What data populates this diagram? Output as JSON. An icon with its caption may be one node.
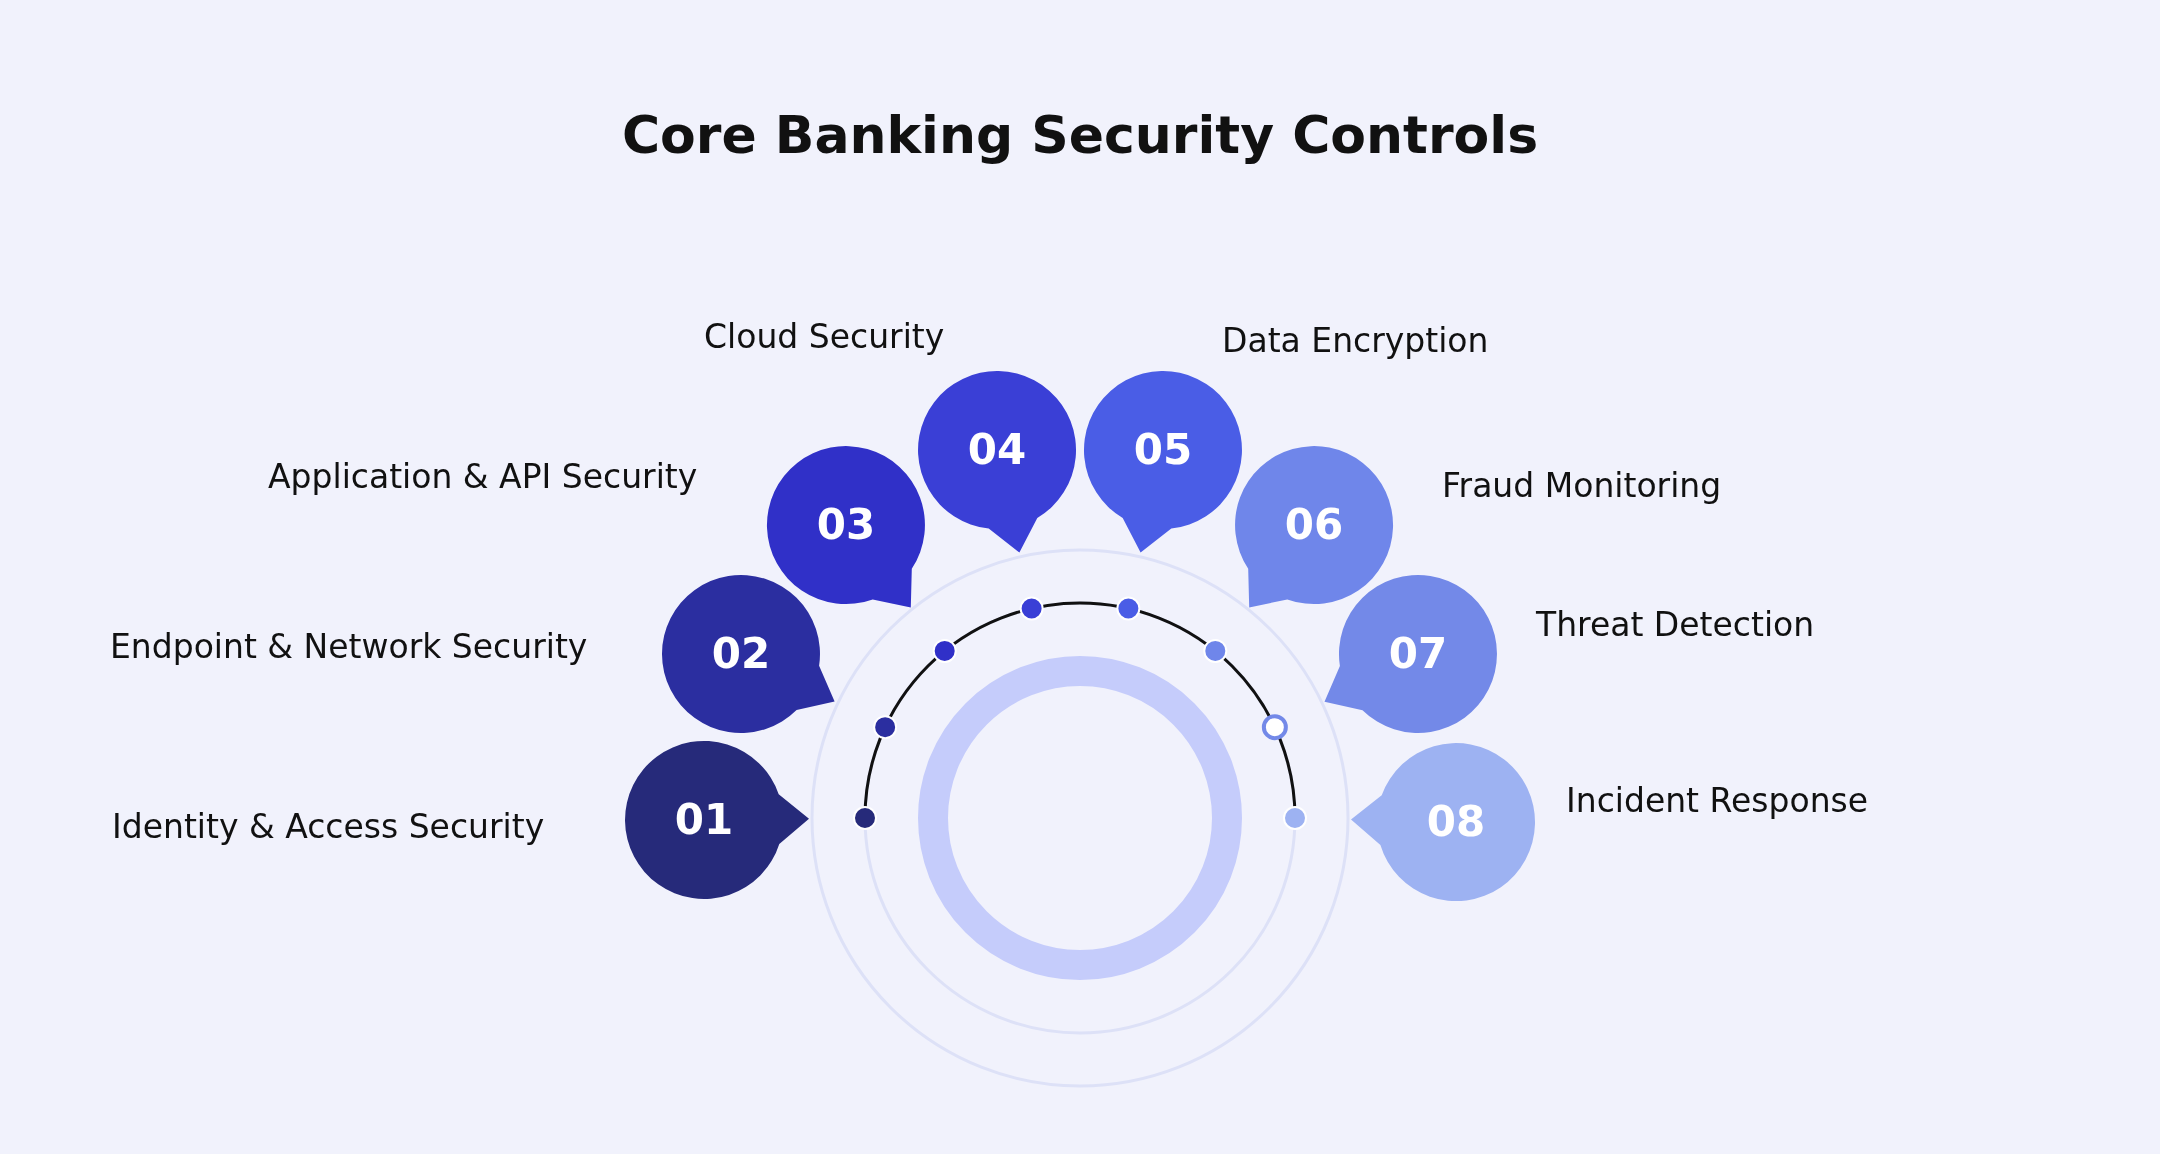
{
  "diagram": {
    "title": "Core Banking Security Controls",
    "nodes": [
      {
        "text": [
          "01"
        ],
        "beside": [
          "Identity & Access Security"
        ]
      },
      {
        "text": [
          "02"
        ],
        "beside": [
          "Endpoint & Network Security"
        ]
      },
      {
        "text": [
          "03"
        ],
        "beside": [
          "Application & API Security"
        ]
      },
      {
        "text": [
          "04"
        ],
        "beside": [
          "Cloud Security"
        ]
      },
      {
        "text": [
          "05"
        ],
        "beside": [
          "Data Encryption"
        ]
      },
      {
        "text": [
          "06"
        ],
        "beside": [
          "Fraud Monitoring"
        ]
      },
      {
        "text": [
          "07"
        ],
        "beside": [
          "Threat Detection"
        ]
      },
      {
        "text": [
          "08"
        ],
        "beside": [
          "Incident Response"
        ]
      }
    ]
  }
}
